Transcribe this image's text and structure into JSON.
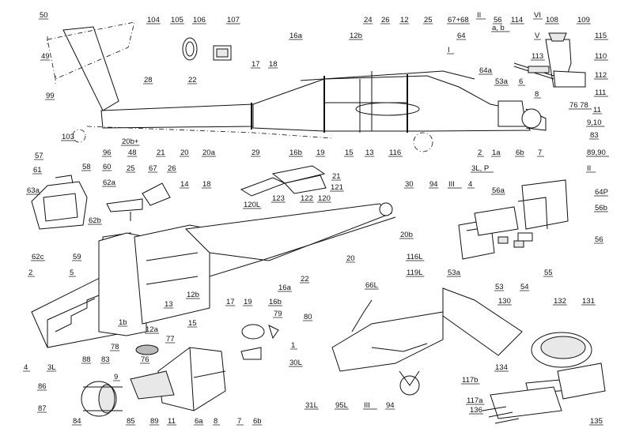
{
  "labels": [
    "50",
    "49",
    "104",
    "105",
    "106",
    "107",
    "24",
    "26",
    "12",
    "25",
    "67+68",
    "II",
    "56",
    "a, b",
    "114",
    "VI",
    "108",
    "109",
    "115",
    "110",
    "112",
    "111",
    "V",
    "113",
    "16a",
    "12b",
    "64",
    "I",
    "64a",
    "53a",
    "6",
    "8",
    "76 78",
    "11",
    "9,10",
    "83",
    "89,90",
    "7",
    "6b",
    "1a",
    "3L, P",
    "2",
    "4",
    "III",
    "94",
    "30",
    "116",
    "13",
    "15",
    "19",
    "16b",
    "29",
    "20a",
    "20",
    "21",
    "20b+",
    "48",
    "96",
    "103",
    "99",
    "28",
    "22",
    "17",
    "18",
    "57",
    "58",
    "60",
    "61",
    "62a",
    "63a",
    "62b",
    "62c",
    "59",
    "25",
    "67",
    "26",
    "14",
    "18",
    "21",
    "123",
    "122",
    "120",
    "121",
    "120L",
    "20b",
    "20",
    "22",
    "16a",
    "16b",
    "17",
    "19",
    "12b",
    "13",
    "15",
    "12a",
    "1b",
    "77",
    "5",
    "2",
    "4",
    "3L",
    "79",
    "80",
    "78",
    "9",
    "76",
    "88",
    "83",
    "86",
    "87",
    "84",
    "85",
    "89",
    "11",
    "6a",
    "8",
    "7",
    "6b",
    "II",
    "64P",
    "56a",
    "56b",
    "56",
    "53a",
    "53",
    "54",
    "55",
    "116L",
    "119L",
    "66L",
    "1",
    "30L",
    "31L",
    "95L",
    "III",
    "94",
    "117b",
    "117a",
    "130",
    "132",
    "131",
    "134",
    "136",
    "135"
  ]
}
